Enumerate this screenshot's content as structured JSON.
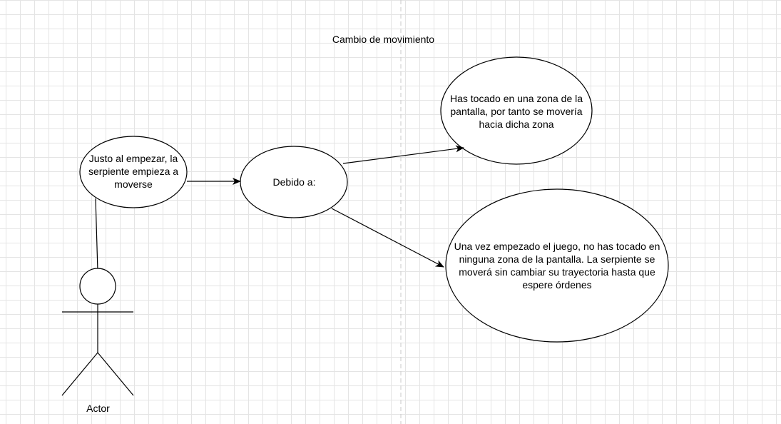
{
  "diagram": {
    "title": "Cambio de movimiento",
    "actor_label": "Actor",
    "use_cases": {
      "start": "Justo al empezar, la serpiente empieza  a moverse",
      "because": "Debido a:",
      "touched": "Has tocado en una zona de la pantalla, por tanto se movería hacia dicha zona",
      "not_touched": "Una vez empezado el juego, no has tocado en ninguna zona de la pantalla. La serpiente se moverá sin cambiar su trayectoria hasta que espere órdenes"
    },
    "colors": {
      "stroke": "#000000",
      "grid": "#e4e4e4",
      "divider": "#c8c8c8",
      "fill": "#ffffff"
    }
  }
}
